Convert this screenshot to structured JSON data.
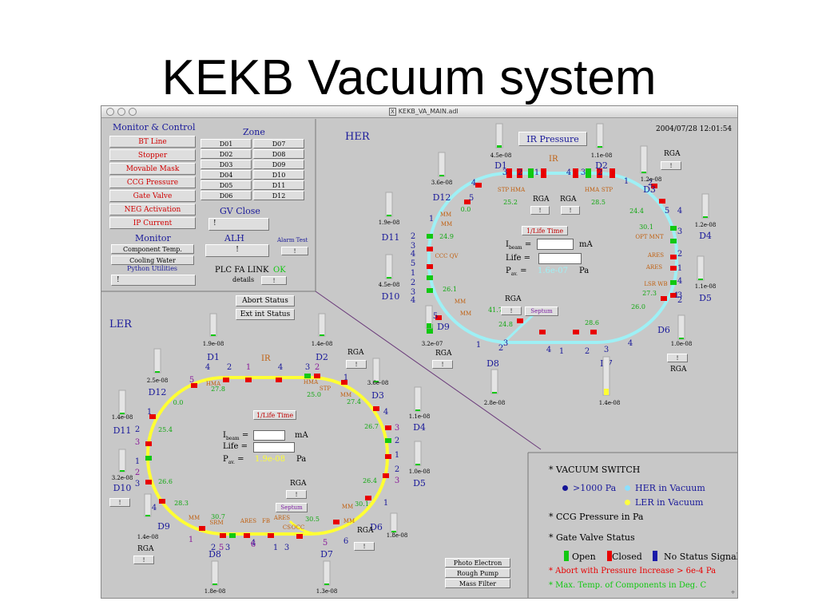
{
  "slide_title": "KEKB Vacuum system",
  "window": {
    "title": "KEKB_VA_MAIN.adl",
    "timestamp": "2004/07/28 12:01:54"
  },
  "colors": {
    "her_ring": "#9ef0f5",
    "ler_ring": "#ffff33",
    "open": "#11c811",
    "closed": "#e80000",
    "no_status": "#1a1aa8",
    "her_dot": "#8ce0ff",
    "ler_dot": "#ffff40",
    "vac_dot": "#141496",
    "abort_text": "#e80000",
    "temp_text": "#11c811"
  },
  "monitor_control": {
    "title": "Monitor & Control",
    "buttons": [
      "BT Line",
      "Stopper",
      "Movable Mask",
      "CCG Pressure",
      "Gate Valve",
      "NEG Activation",
      "IP Current"
    ],
    "monitor_title": "Monitor",
    "monitor_buttons": [
      "Component Temp.",
      "Cooling Water"
    ],
    "python_utilities": "Python Utilities",
    "bang": "!"
  },
  "zone": {
    "title": "Zone",
    "left": [
      "D01",
      "D02",
      "D03",
      "D04",
      "D05",
      "D06"
    ],
    "right": [
      "D07",
      "D08",
      "D09",
      "D10",
      "D11",
      "D12"
    ],
    "gv_close": "GV Close",
    "alh": "ALH",
    "alarm_test": "Alarm Test",
    "plc_fa_link": "PLC FA LINK",
    "plc_status": "OK",
    "details": "details",
    "bang": "!"
  },
  "her": {
    "title": "HER",
    "ir_pressure": "IR Pressure",
    "ir": "IR",
    "life_time_btn": "1/Life Time",
    "i_beam": "I",
    "beam_sub": "beam",
    "life": "Life",
    "p": "P",
    "p_sub": "av.",
    "eq": "=",
    "ma": "mA",
    "pa": "Pa",
    "p_value": "1.6e-07",
    "septum": "Septum",
    "rga": "RGA",
    "bang": "!",
    "sections": {
      "D1": "D1",
      "D2": "D2",
      "D3": "D3",
      "D4": "D4",
      "D5": "D5",
      "D6": "D6",
      "D7": "D7",
      "D8": "D8",
      "D9": "D9",
      "D10": "D10",
      "D11": "D11",
      "D12": "D12"
    },
    "pressures": {
      "D1": "4.5e-08",
      "D2": "1.1e-08",
      "D3": "1.2e-08",
      "D4": "1.2e-08",
      "D5": "1.1e-08",
      "D6": "1.0e-08",
      "D7": "1.4e-08",
      "D8": "2.8e-08",
      "D9": "3.2e-07",
      "D10": "4.5e-08",
      "D11": "1.9e-08",
      "D12": "3.6e-08"
    },
    "temps": [
      "25.2",
      "28.5",
      "24.4",
      "30.1",
      "27.3",
      "26.0",
      "28.6",
      "24.8",
      "41.7",
      "26.1",
      "24.9",
      "0.0"
    ],
    "labels": [
      "STP",
      "HMA",
      "HMA",
      "STP",
      "OPT MNT",
      "ARES",
      "ARES",
      "LSR WB",
      "MM",
      "MM",
      "MM",
      "CCC QV",
      "MM"
    ]
  },
  "ler": {
    "title": "LER",
    "abort_status": "Abort Status",
    "ext_int_status": "Ext int Status",
    "ir": "IR",
    "life_time_btn": "1/Life Time",
    "i_beam": "I",
    "beam_sub": "beam",
    "life": "Life",
    "p": "P",
    "p_sub": "av.",
    "eq": "=",
    "ma": "mA",
    "pa": "Pa",
    "p_value": "1.9e-08",
    "septum": "Septum",
    "rga": "RGA",
    "bang": "!",
    "sections": {
      "D1": "D1",
      "D2": "D2",
      "D3": "D3",
      "D4": "D4",
      "D5": "D5",
      "D6": "D6",
      "D7": "D7",
      "D8": "D8",
      "D9": "D9",
      "D10": "D10",
      "D11": "D11",
      "D12": "D12"
    },
    "pressures": {
      "D1": "1.9e-08",
      "D2": "1.4e-08",
      "D3": "3.6e-08",
      "D4": "1.1e-08",
      "D5": "1.0e-08",
      "D6": "1.8e-08",
      "D7": "1.3e-08",
      "D8": "1.8e-08",
      "D9": "1.4e-08",
      "D10": "3.2e-08",
      "D11": "1.4e-08",
      "D12": "2.5e-08"
    },
    "temps": [
      "27.8",
      "25.0",
      "27.4",
      "26.7",
      "26.4",
      "30.1",
      "30.5",
      "30.7",
      "28.3",
      "26.6",
      "25.4",
      "0.0"
    ],
    "labels": [
      "HMA",
      "HMA",
      "STP",
      "MM",
      "MM",
      "ARES",
      "FB",
      "ARES",
      "CS",
      "OCC",
      "SRM",
      "MM",
      "MM"
    ]
  },
  "legend": {
    "vacuum_switch": "* VACUUM SWITCH",
    "gt_1000": ">1000 Pa",
    "her_in_vacuum": "HER in Vacuum",
    "ler_in_vacuum": "LER in Vacuum",
    "ccg_pressure": "* CCG Pressure in Pa",
    "gate_valve_status": "* Gate Valve Status",
    "open": "Open",
    "closed": "Closed",
    "no_status": "No Status Signal",
    "abort": "* Abort with Pressure Increase > 6e-4 Pa",
    "max_temp": "* Max. Temp. of Components in Deg. C"
  },
  "bottom_buttons": [
    "Photo Electron",
    "Rough Pump",
    "Mass Filter"
  ]
}
